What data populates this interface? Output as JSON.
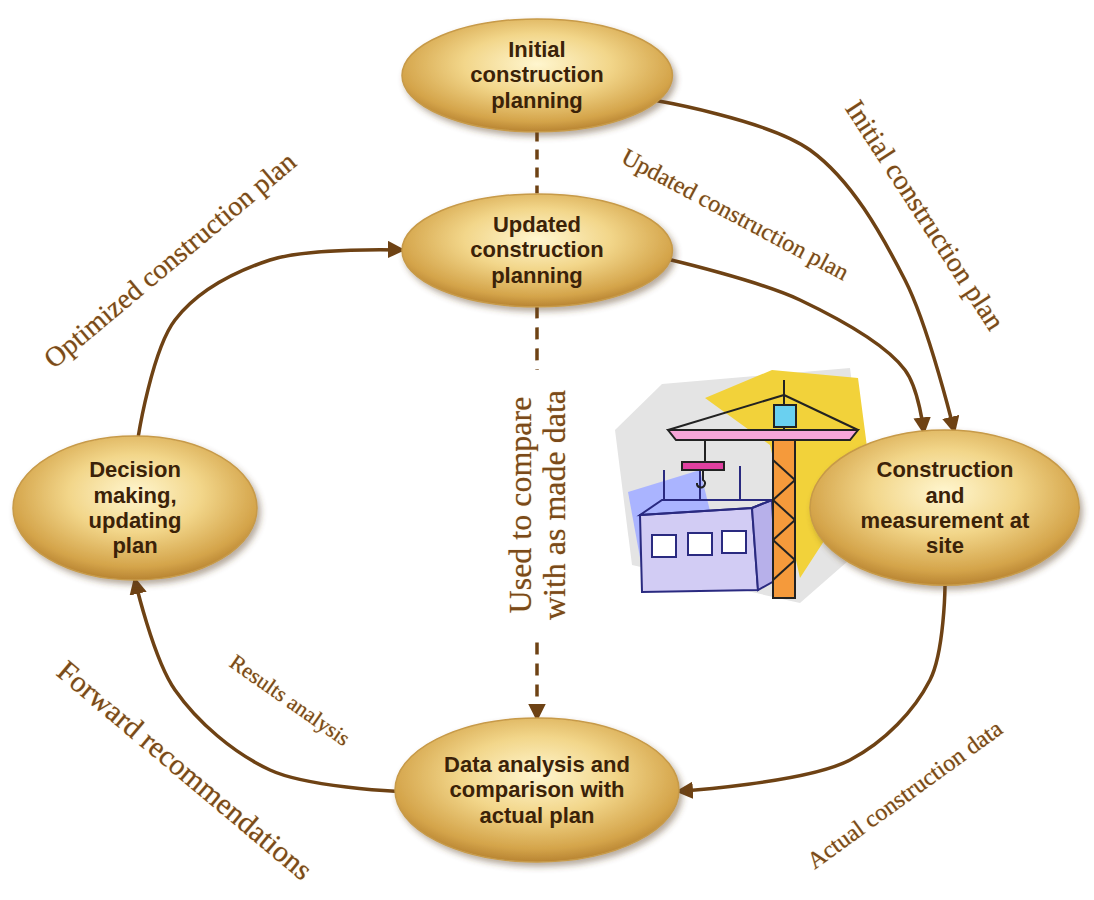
{
  "diagram": {
    "nodes": [
      {
        "text": [
          "Initial construction planning"
        ]
      },
      {
        "text": [
          "Updated construction planning"
        ]
      },
      {
        "text": [
          "Construction and measurement at site"
        ]
      },
      {
        "text": [
          "Data analysis and comparison with actual plan"
        ]
      },
      {
        "text": [
          "Decision making, updating plan"
        ]
      }
    ],
    "edges": [
      {
        "from": 0,
        "to": 1,
        "arrow": "none"
      },
      {
        "from": 0,
        "to": 2,
        "label": "Initial construction plan",
        "arrow": "to"
      },
      {
        "from": 1,
        "to": 2,
        "label": "Updated construction plan",
        "arrow": "to"
      },
      {
        "from": 2,
        "to": 3,
        "label": "Actual construction data",
        "arrow": "to"
      },
      {
        "from": 3,
        "to": 4,
        "label": "Results analysis",
        "arrow": "to"
      },
      {
        "from": 4,
        "to": 1,
        "label": "Optimized construction plan",
        "arrow": "to"
      },
      {
        "from": 1,
        "to": 3,
        "label": "Used to compare with as made data",
        "arrow": "to"
      }
    ],
    "labels": [
      "Forward recommendations"
    ]
  }
}
